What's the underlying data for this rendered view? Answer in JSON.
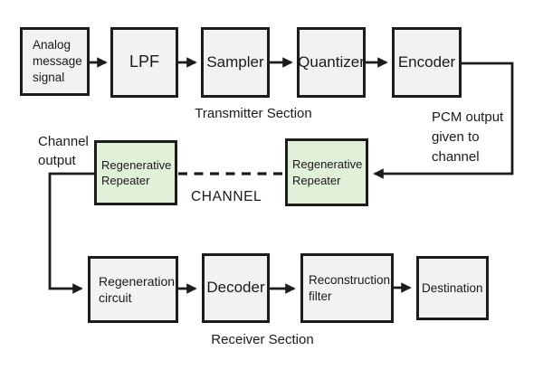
{
  "colors": {
    "bg": "#ffffff",
    "box_fill": "#f2f2f2",
    "repeater_fill": "#e2efd9",
    "border_color": "#1c1c1c",
    "line_color": "#1c1c1c",
    "text_color": "#1a1a1a"
  },
  "blocks": {
    "analog": "Analog message signal",
    "lpf": "LPF",
    "sampler": "Sampler",
    "quantizer": "Quantizer",
    "encoder": "Encoder",
    "repeater_left": "Regenerative Repeater",
    "repeater_right": "Regenerative Repeater",
    "regeneration": "Regeneration circuit",
    "decoder": "Decoder",
    "reconstruction": "Reconstruction filter",
    "destination": "Destination"
  },
  "labels": {
    "transmitter_section": "Transmitter Section",
    "receiver_section": "Receiver Section",
    "channel": "CHANNEL",
    "channel_output": "Channel output",
    "pcm_output": "PCM output given to channel"
  }
}
